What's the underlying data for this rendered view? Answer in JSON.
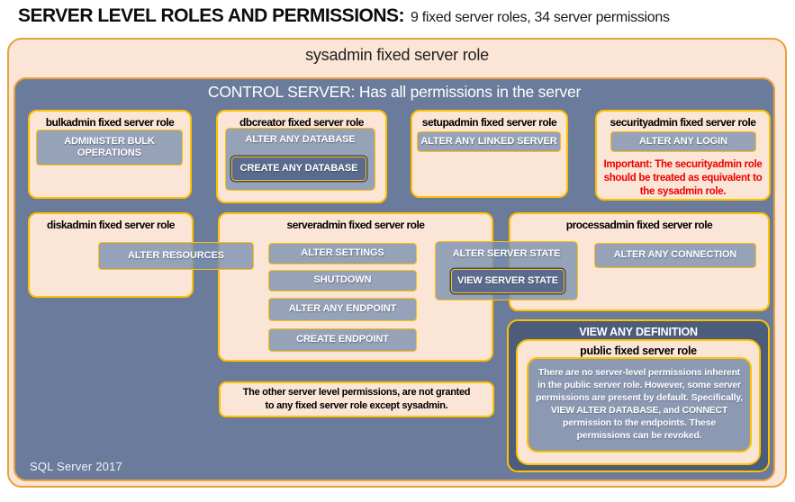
{
  "header": {
    "title": "SERVER LEVEL ROLES AND PERMISSIONS:",
    "stats": "9 fixed server roles, 34 server permissions"
  },
  "sysadmin": {
    "title": "sysadmin fixed server role"
  },
  "control_server": {
    "title": "CONTROL SERVER: Has all permissions in the server"
  },
  "roles": {
    "bulkadmin": {
      "title": "bulkadmin fixed server role",
      "permission": "ADMINISTER BULK OPERATIONS"
    },
    "dbcreator": {
      "title": "dbcreator fixed server role",
      "alter_any_database": "ALTER ANY DATABASE",
      "create_any_database": "CREATE ANY DATABASE"
    },
    "setupadmin": {
      "title": "setupadmin fixed server role",
      "permission": "ALTER ANY LINKED SERVER"
    },
    "securityadmin": {
      "title": "securityadmin fixed server role",
      "permission": "ALTER ANY LOGIN",
      "warning": "Important: The securityadmin role should be treated as equivalent to the sysadmin role."
    },
    "diskadmin": {
      "title": "diskadmin fixed server role",
      "permission": "ALTER RESOURCES"
    },
    "serveradmin": {
      "title": "serveradmin fixed server role",
      "alter_settings": "ALTER SETTINGS",
      "shutdown": "SHUTDOWN",
      "alter_any_endpoint": "ALTER ANY ENDPOINT",
      "create_endpoint": "CREATE ENDPOINT",
      "alter_server_state": "ALTER SERVER STATE",
      "view_server_state": "VIEW SERVER STATE"
    },
    "processadmin": {
      "title": "processadmin fixed server role",
      "permission": "ALTER ANY CONNECTION"
    },
    "public": {
      "banner": "VIEW ANY DEFINITION",
      "title": "public fixed server role",
      "description": "There are no server-level permissions inherent in the public server role. However, some server permissions are present by default. Specifically, VIEW ALTER DATABASE, and CONNECT permission to the endpoints. These permissions can be revoked."
    }
  },
  "note": {
    "line1": "The other server level permissions, are not granted",
    "line2": "to any fixed server role except sysadmin."
  },
  "footer": {
    "label": "SQL Server 2017"
  },
  "colors": {
    "peach": "#FBE5D6",
    "gold": "#FFC000",
    "amber": "#E9A23B",
    "slate": "#6A7B9B",
    "perm-gray": "#8B99B2",
    "perm-dark": "#5A6B8D",
    "dark-header": "#4C5D7C",
    "warning-red": "#EE0000"
  }
}
